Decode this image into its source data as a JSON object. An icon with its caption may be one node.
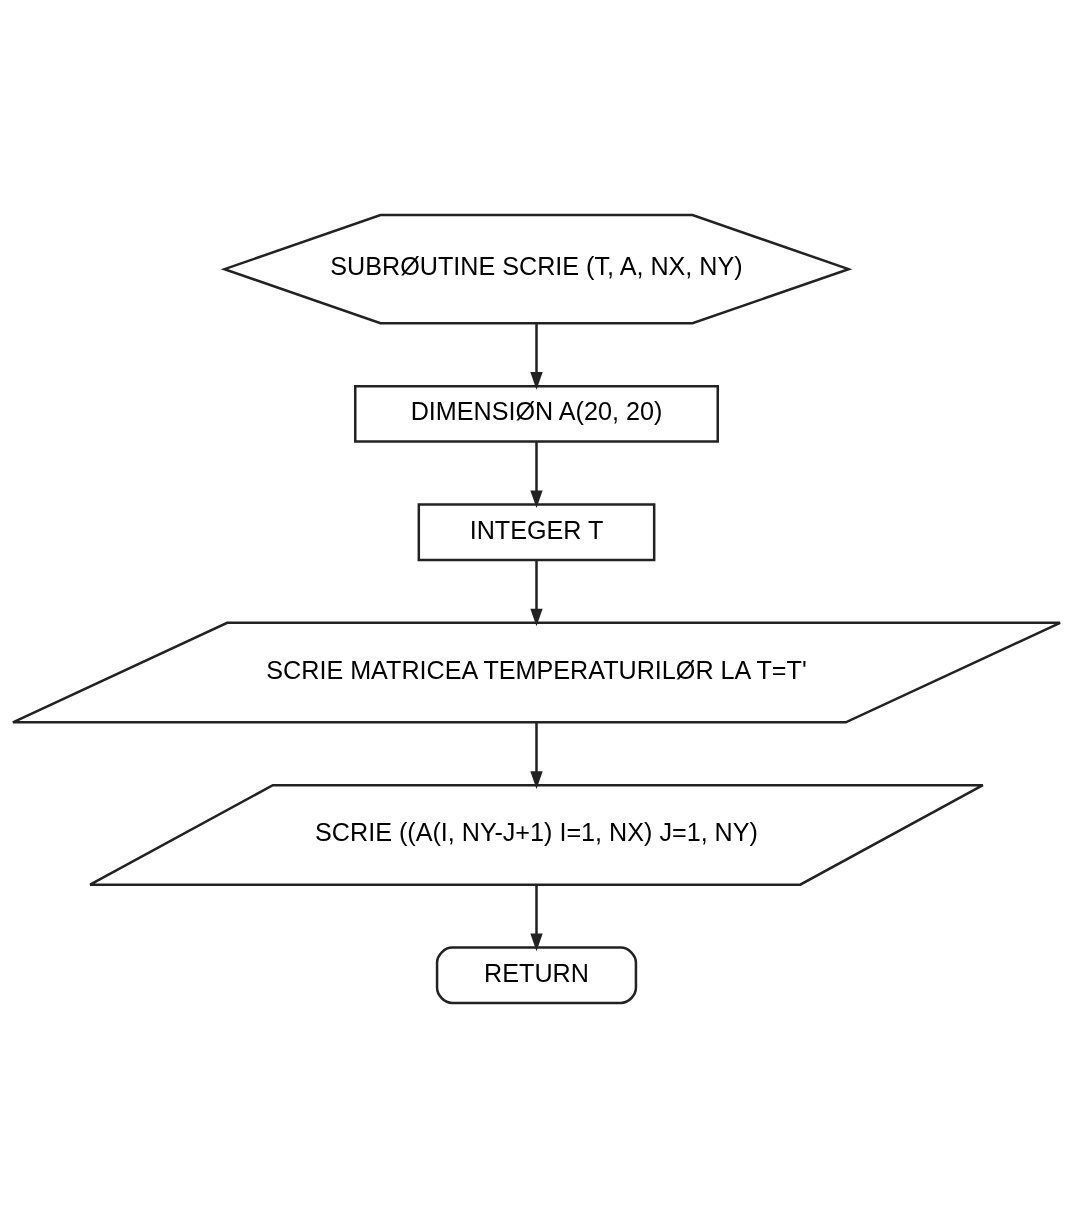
{
  "diagram": {
    "nodes": [
      {
        "text": [
          "SUBRØUTINE SCRIE (T, A, NX, NY)"
        ]
      },
      {
        "text": [
          "DIMENSIØN A(20, 20)"
        ]
      },
      {
        "text": [
          "INTEGER T"
        ]
      },
      {
        "text": [
          "SCRIE MATRICEA TEMPERATURILØR LA T=T'"
        ]
      },
      {
        "text": [
          "SCRIE ((A(I, NY-J+1) I=1, NX) J=1, NY)"
        ]
      },
      {
        "text": [
          "RETURN"
        ]
      }
    ],
    "edges": [
      {
        "from": 0,
        "to": 1,
        "arrow": "to"
      },
      {
        "from": 1,
        "to": 2,
        "arrow": "to"
      },
      {
        "from": 2,
        "to": 3,
        "arrow": "to"
      },
      {
        "from": 3,
        "to": 4,
        "arrow": "to"
      },
      {
        "from": 4,
        "to": 5,
        "arrow": "to"
      }
    ]
  }
}
